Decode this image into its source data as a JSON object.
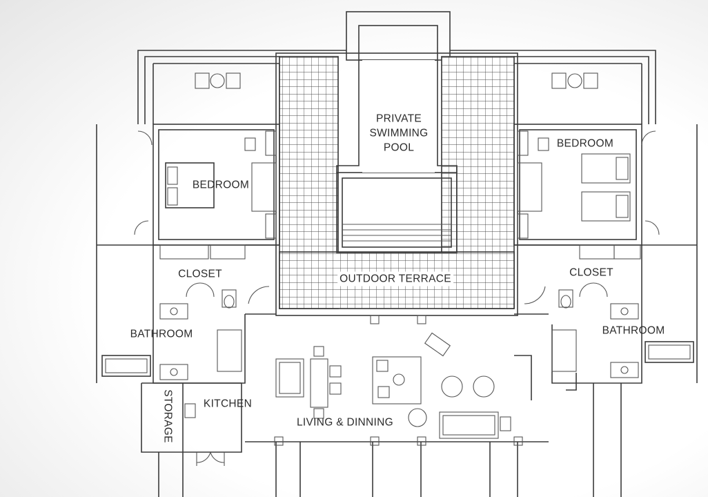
{
  "labels": {
    "pool_line1": "PRIVATE",
    "pool_line2": "SWIMMING",
    "pool_line3": "POOL",
    "bedroom_left": "BEDROOM",
    "bedroom_right": "BEDROOM",
    "closet_left": "CLOSET",
    "closet_right": "CLOSET",
    "terrace": "OUTDOOR TERRACE",
    "bathroom_left": "BATHROOM",
    "bathroom_right": "BATHROOM",
    "storage": "STORAGE",
    "kitchen": "KITCHEN",
    "living": "LIVING & DINNING"
  }
}
